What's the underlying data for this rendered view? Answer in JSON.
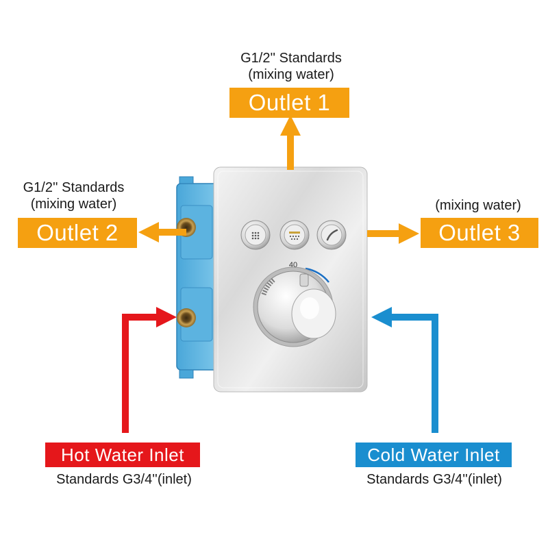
{
  "outlet1": {
    "spec_line1": "G1/2'' Standards",
    "spec_line2": "(mixing water)",
    "label": "Outlet 1"
  },
  "outlet2": {
    "spec_line1": "G1/2'' Standards",
    "spec_line2": "(mixing water)",
    "label": "Outlet 2"
  },
  "outlet3": {
    "spec_line1": "(mixing water)",
    "label": "Outlet 3"
  },
  "hot_inlet": {
    "label": "Hot Water Inlet",
    "spec": "Standards G3/4''(inlet)"
  },
  "cold_inlet": {
    "label": "Cold Water Inlet",
    "spec": "Standards G3/4''(inlet)"
  },
  "dial_marking": "40",
  "colors": {
    "outlet": "#f5a011",
    "hot": "#e5171b",
    "cold": "#1a8ecf"
  }
}
